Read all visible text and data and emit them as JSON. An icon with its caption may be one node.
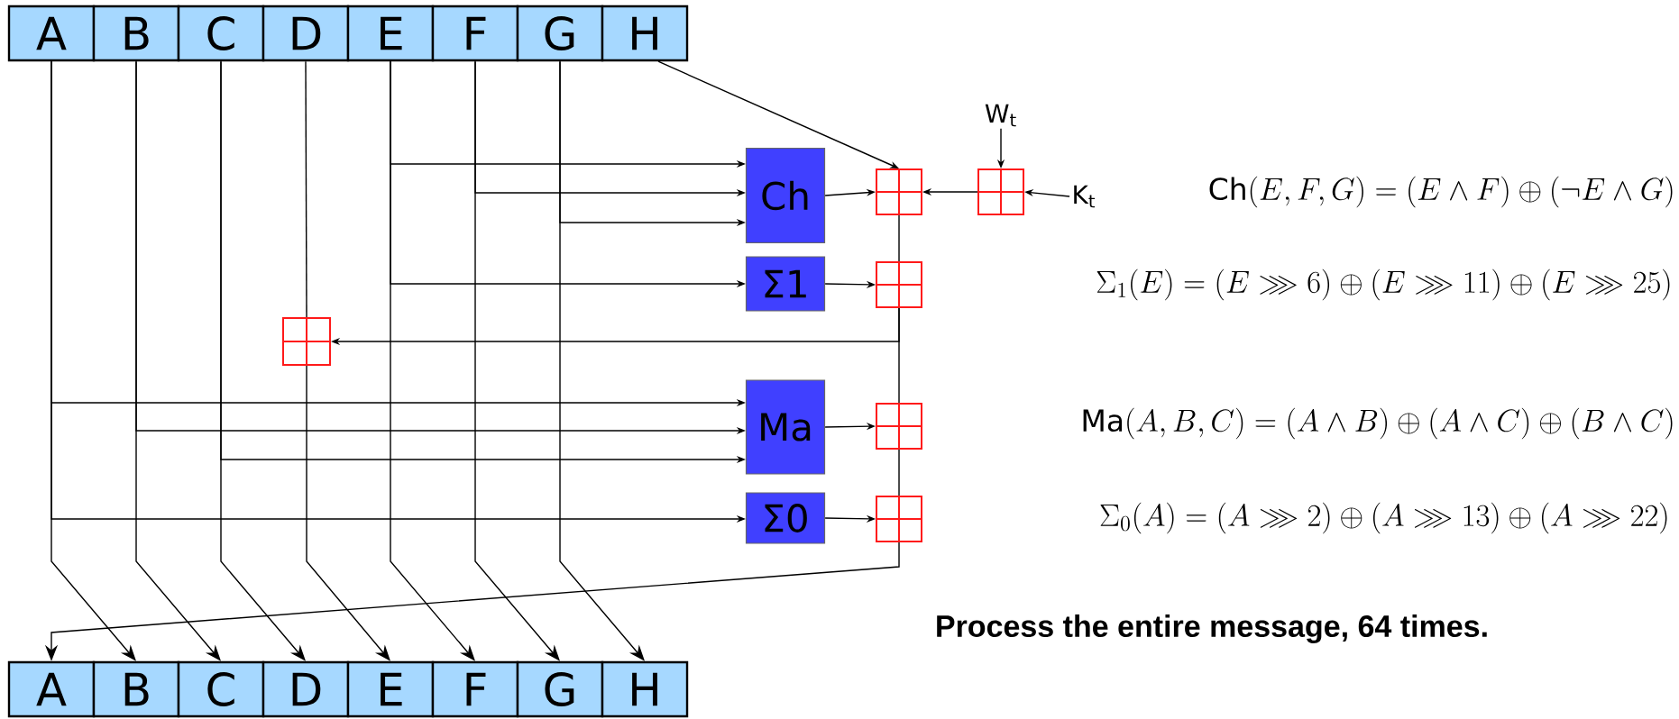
{
  "diagram": {
    "nodes": [
      {
        "text": [
          "A"
        ]
      },
      {
        "text": [
          "B"
        ]
      },
      {
        "text": [
          "C"
        ]
      },
      {
        "text": [
          "D"
        ]
      },
      {
        "text": [
          "E"
        ]
      },
      {
        "text": [
          "F"
        ]
      },
      {
        "text": [
          "G"
        ]
      },
      {
        "text": [
          "H"
        ]
      },
      {
        "text": [
          "A"
        ]
      },
      {
        "text": [
          "B"
        ]
      },
      {
        "text": [
          "C"
        ]
      },
      {
        "text": [
          "D"
        ]
      },
      {
        "text": [
          "E"
        ]
      },
      {
        "text": [
          "F"
        ]
      },
      {
        "text": [
          "G"
        ]
      },
      {
        "text": [
          "H"
        ]
      },
      {
        "text": [
          "Ch"
        ]
      },
      {
        "text": [
          "Σ1"
        ]
      },
      {
        "text": [
          "Ma"
        ]
      },
      {
        "text": [
          "Σ0"
        ]
      },
      {
        "text": [],
        "shape": "box"
      },
      {
        "text": [],
        "shape": "box"
      },
      {
        "text": [],
        "shape": "box"
      },
      {
        "text": [],
        "shape": "box"
      },
      {
        "text": [],
        "shape": "box"
      },
      {
        "text": [],
        "shape": "box"
      },
      {
        "text": [
          "W$_{t}$"
        ]
      },
      {
        "text": [
          "K$_{t}$"
        ]
      }
    ],
    "edges": [
      {
        "from": 4,
        "to": 16,
        "arrow": "to"
      },
      {
        "from": 5,
        "to": 16,
        "arrow": "to"
      },
      {
        "from": 6,
        "to": 16,
        "arrow": "to"
      },
      {
        "from": 4,
        "to": 17,
        "arrow": "to"
      },
      {
        "from": 0,
        "to": 18,
        "arrow": "to"
      },
      {
        "from": 1,
        "to": 18,
        "arrow": "to"
      },
      {
        "from": 2,
        "to": 18,
        "arrow": "to"
      },
      {
        "from": 0,
        "to": 19,
        "arrow": "to"
      },
      {
        "from": 16,
        "to": 20,
        "arrow": "to"
      },
      {
        "from": 17,
        "to": 22,
        "arrow": "to"
      },
      {
        "from": 18,
        "to": 24,
        "arrow": "to"
      },
      {
        "from": 19,
        "to": 25,
        "arrow": "to"
      },
      {
        "from": 7,
        "to": 20,
        "arrow": "to"
      },
      {
        "from": 21,
        "to": 20,
        "arrow": "to"
      },
      {
        "from": 26,
        "to": 21,
        "arrow": "to"
      },
      {
        "from": 27,
        "to": 21,
        "arrow": "to"
      },
      {
        "from": 20,
        "to": 22,
        "arrow": "none"
      },
      {
        "from": 22,
        "to": 23,
        "arrow": "to"
      },
      {
        "from": 22,
        "to": 24,
        "arrow": "none"
      },
      {
        "from": 24,
        "to": 25,
        "arrow": "none"
      },
      {
        "from": 25,
        "to": 8,
        "arrow": "to"
      },
      {
        "from": 3,
        "to": 23,
        "arrow": "none"
      },
      {
        "from": 23,
        "to": 12,
        "arrow": "to"
      },
      {
        "from": 0,
        "to": 9,
        "arrow": "to"
      },
      {
        "from": 1,
        "to": 10,
        "arrow": "to"
      },
      {
        "from": 2,
        "to": 11,
        "arrow": "to"
      },
      {
        "from": 4,
        "to": 13,
        "arrow": "to"
      },
      {
        "from": 5,
        "to": 14,
        "arrow": "to"
      },
      {
        "from": 6,
        "to": 15,
        "arrow": "to"
      }
    ],
    "labels": [
      "\\mathrm{Ch}(E,F,G)=(E\\wedge F)\\oplus(\\neg E\\wedge G)",
      "\\Sigma_1(E)=(E\\ggg 6)\\oplus(E\\ggg 11)\\oplus(E\\ggg 25)",
      "\\mathrm{Ma}(A,B,C)=(A\\wedge B)\\oplus(A\\wedge C)\\oplus(B\\wedge C)",
      "\\Sigma_0(A)=(A\\ggg 2)\\oplus(A\\ggg 13)\\oplus(A\\ggg 22)",
      "Process the entire message, 64 times."
    ]
  }
}
